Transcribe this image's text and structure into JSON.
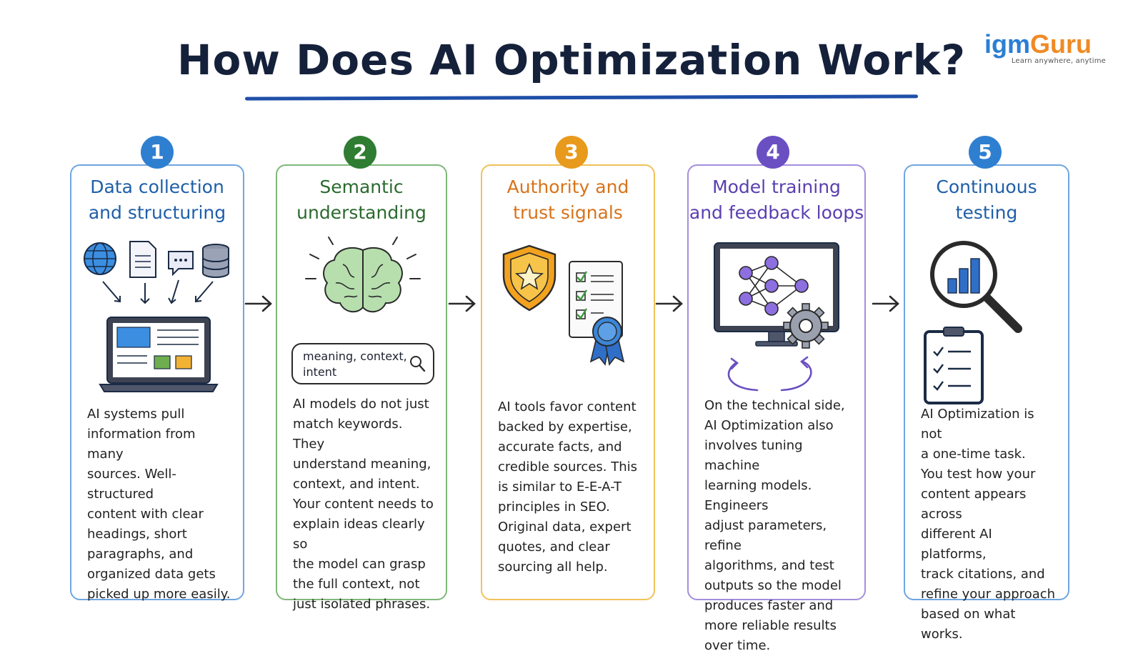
{
  "title": "How Does AI Optimization Work?",
  "logo": {
    "part1": "igm",
    "part2": "Guru",
    "tagline": "Learn anywhere, anytime"
  },
  "colors": {
    "title_underline": "#1f4fa8",
    "step1": "#2f7fd0",
    "step2": "#2e7d32",
    "step3": "#e89a1c",
    "step4": "#6a4fc3",
    "step5": "#2f7fd0"
  },
  "steps": [
    {
      "number": "1",
      "title": "Data collection\nand structuring",
      "body": "AI systems pull\ninformation from many\nsources. Well-structured\ncontent with clear\nheadings, short\nparagraphs, and\norganized data gets\npicked up more easily.",
      "icons": [
        "globe-icon",
        "document-icon",
        "chat-icon",
        "database-icon",
        "laptop-icon"
      ]
    },
    {
      "number": "2",
      "title": "Semantic\nunderstanding",
      "search_text": "meaning, context,\nintent",
      "body": "AI models do not just\nmatch keywords. They\nunderstand meaning,\ncontext, and intent.\nYour content needs to\nexplain ideas clearly so\nthe model can grasp\nthe full context, not\njust isolated phrases.",
      "icons": [
        "brain-icon",
        "search-icon"
      ]
    },
    {
      "number": "3",
      "title": "Authority and\ntrust signals",
      "body": "AI tools favor content\nbacked by expertise,\naccurate facts, and\ncredible sources. This\nis similar to E-E-A-T\nprinciples in SEO.\nOriginal data, expert\nquotes, and clear\nsourcing all help.",
      "icons": [
        "shield-star-icon",
        "checklist-icon",
        "award-ribbon-icon"
      ]
    },
    {
      "number": "4",
      "title": "Model training\nand feedback loops",
      "body": "On the technical side,\nAI Optimization also\ninvolves tuning machine\nlearning models. Engineers\nadjust parameters, refine\nalgorithms, and test\noutputs so the model\nproduces faster and\nmore reliable results\nover time.",
      "icons": [
        "monitor-network-icon",
        "gear-icon",
        "cycle-arrows-icon"
      ]
    },
    {
      "number": "5",
      "title": "Continuous\ntesting",
      "body": "AI Optimization is not\na one-time task.\nYou test how your\ncontent appears across\ndifferent AI platforms,\ntrack citations, and\nrefine your approach\nbased on what works.",
      "icons": [
        "magnifier-chart-icon",
        "clipboard-checklist-icon"
      ]
    }
  ]
}
